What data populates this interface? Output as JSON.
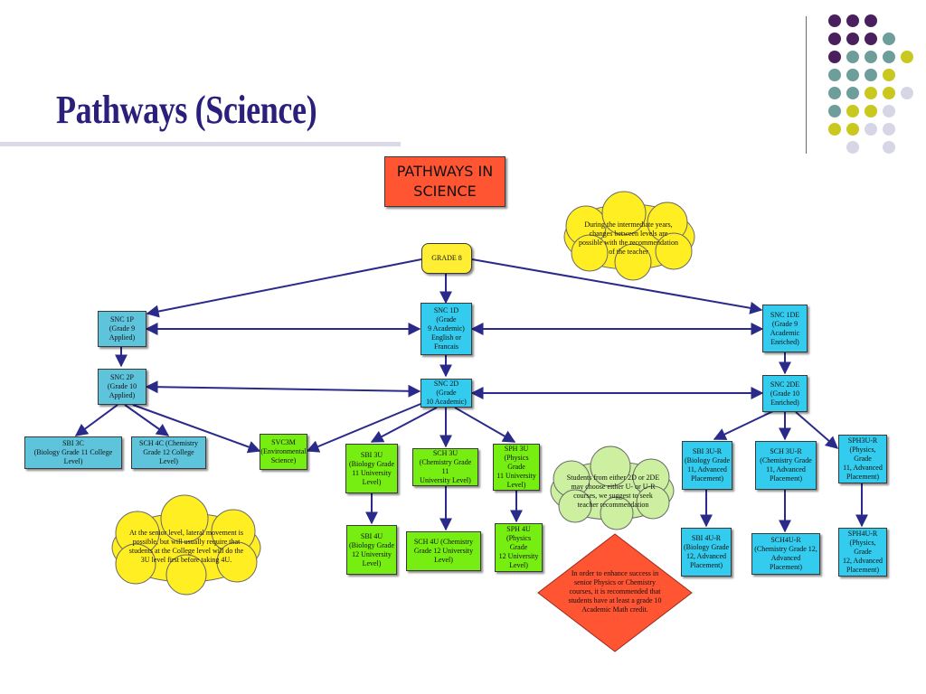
{
  "slide": {
    "title": "Pathways (Science)"
  },
  "decoration": {
    "colors": {
      "purple": "#4a1f5e",
      "teal": "#6e9e9a",
      "olive": "#c8c820",
      "lavender": "#d6d6e6"
    }
  },
  "diagram": {
    "header": "PATHWAYS IN\nSCIENCE",
    "nodes": {
      "grade8": "GRADE 8",
      "snc1p": "SNC 1P\n(Grade 9\nApplied)",
      "snc1d": "SNC 1D (Grade\n9 Academic)\nEnglish or\nFrancais",
      "snc1de": "SNC 1DE\n(Grade 9\nAcademic\nEnriched)",
      "snc2p": "SNC 2P\n(Grade 10\nApplied)",
      "snc2d": "SNC 2D (Grade\n10 Academic)",
      "snc2de": "SNC 2DE\n(Grade 10\nEnriched)",
      "sbi3c": "SBI 3C\n(Biology Grade 11 College Level)",
      "sch4c": "SCH 4C (Chemistry\nGrade 12 College Level)",
      "svc3m": "SVC3M\n(Environmental\nScience)",
      "sbi3u": "SBI 3U\n(Biology Grade\n11 University\nLevel)",
      "sch3u": "SCH 3U\n(Chemistry Grade 11\nUniversity Level)",
      "sph3u": "SPH 3U\n(Physics Grade\n11 University\nLevel)",
      "sbi4u": "SBI 4U\n(Biology Grade\n12 University\nLevel)",
      "sch4u": "SCH 4U (Chemistry\nGrade 12 University\nLevel)",
      "sph4u": "SPH 4U\n(Physics Grade\n12 University\nLevel)",
      "sbi3ur": "SBI 3U-R\n(Biology Grade\n11, Advanced\nPlacement)",
      "sch3ur": "SCH 3U-R\n(Chemistry Grade\n11, Advanced\nPlacement)",
      "sph3ur": "SPH3U-R\n(Physics, Grade\n11, Advanced\nPlacement)",
      "sbi4ur": "SBI 4U-R\n(Biology Grade\n12, Advanced\nPlacement)",
      "sch4ur": "SCH4U-R\n(Chemistry Grade 12,\nAdvanced Placement)",
      "sph4ur": "SPH4U-R\n(Physics, Grade\n12, Advanced\nPlacement)"
    },
    "callouts": {
      "intermediate": "During the intermediate years,\nchanges between levels are\npossible with the recommendation\nof the teacher",
      "either2d": "Students from either 2D or 2DE\nmay choose either U- or U-R\ncourses, we suggest to seek\nteacher recommendation",
      "senior": "At the senior level, lateral movement is\npossible, but will usually require that\nstudents at the College level will do the\n3U level first before taking 4U.",
      "math": "In order to enhance success in\nsenior Physics or Chemistry\ncourses, it is recommended that\nstudents have at least a grade 10\nAcademic Math credit."
    },
    "colors": {
      "header": "#ff5533",
      "applied": "#5ec4dc",
      "enriched": "#33ccee",
      "university": "#77ee11",
      "grade8": "#ffee33",
      "cloud_yellow": "#ffee22",
      "cloud_green": "#ccf0a0",
      "diamond": "#ff5533",
      "arrow": "#2a2a8a"
    }
  }
}
